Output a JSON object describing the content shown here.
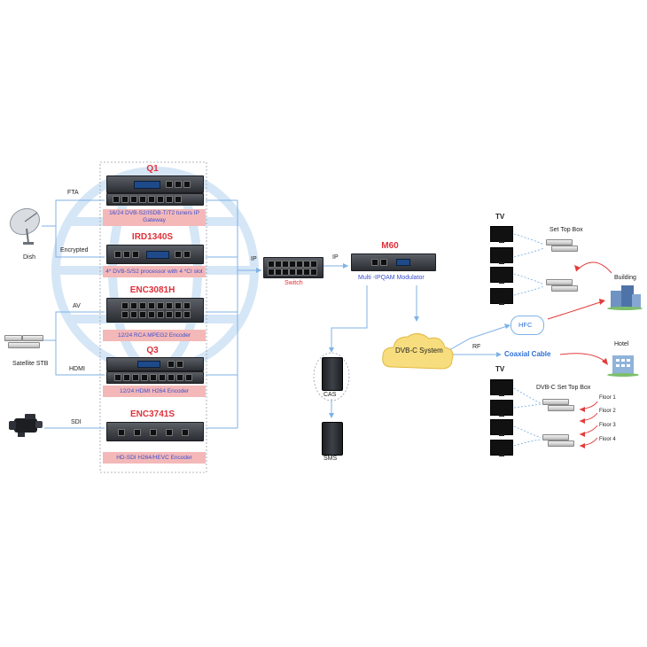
{
  "devices": {
    "q1": {
      "title": "Q1",
      "caption": "16/24 DVB-S2/ISDB-T/T2 tuners IP Gateway"
    },
    "ird": {
      "title": "IRD1340S",
      "caption": "4* DVB-S/S2 processor with 4 *CI slot"
    },
    "enc3081": {
      "title": "ENC3081H",
      "caption": "12/24 RCA MPEG2 Encoder"
    },
    "q3": {
      "title": "Q3",
      "caption": "12/24 HDMI H264 Encoder"
    },
    "enc3741": {
      "title": "ENC3741S",
      "caption": "HD-SDI H264/HEVC Encoder"
    },
    "switch": {
      "label": "Switch"
    },
    "m60": {
      "title": "M60",
      "caption": "Multi -IPQAM Modulator"
    }
  },
  "sources": {
    "dish": "Dish",
    "satellite_stb": "Satellite STB"
  },
  "links": {
    "fta": "FTA",
    "encrypted": "Encrypted",
    "av": "AV",
    "hdmi": "HDMI",
    "sdi": "SDI",
    "ip_in": "IP",
    "ip_out": "IP",
    "rf": "RF"
  },
  "network": {
    "cas": "CAS",
    "sms": "SMS",
    "dvbc": "DVB-C System",
    "hfc": "HFC",
    "coax": "Coaxial Cable",
    "building": "Building",
    "hotel": "Hotel"
  },
  "clients": {
    "tv_top": "TV",
    "set_top_box": "Set Top Box",
    "tv_bottom": "TV",
    "dvbc_stb": "DVB-C Set Top Box",
    "floors": [
      "Floor 1",
      "Floor 2",
      "Floor 3",
      "Floor 4"
    ]
  },
  "colors": {
    "line": "#7fb2e6",
    "red_arrow": "#e23b3b",
    "title_red": "#e0303a",
    "caption_bg": "#f4b8b8",
    "caption_text": "#3b4fd0",
    "coax_blue": "#2d6fd8"
  }
}
